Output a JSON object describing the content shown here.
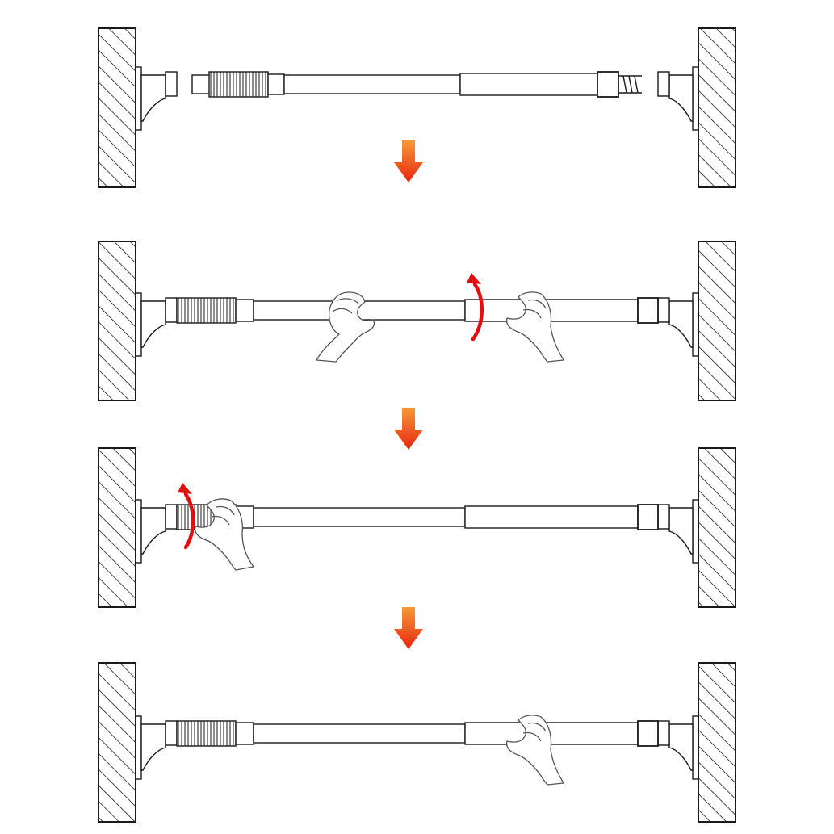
{
  "diagram": {
    "kind": "installation-steps",
    "subject": "tension rod",
    "step_count": 4,
    "steps": [
      {
        "step": 1,
        "state": "rod parts separated between walls",
        "hands": 0,
        "rotation_arrow": false
      },
      {
        "step": 2,
        "state": "extend rod by twisting middle section",
        "hands": 2,
        "rotation_arrow": true
      },
      {
        "step": 3,
        "state": "tighten grip collar at left end",
        "hands": 1,
        "rotation_arrow": true
      },
      {
        "step": 4,
        "state": "rod installed and tight",
        "hands": 1,
        "rotation_arrow": false
      }
    ]
  },
  "colors": {
    "stroke": "#1a1a1a",
    "background": "#ffffff",
    "arrow_top": "#f39a3a",
    "arrow_bottom": "#e8250e",
    "rotation_arrow": "#e01010",
    "hand_fill": "#ffffff"
  },
  "icons": {
    "step_arrow": "down-arrow-icon",
    "rotation": "rotate-arrow-icon",
    "hand": "hand-icon"
  }
}
